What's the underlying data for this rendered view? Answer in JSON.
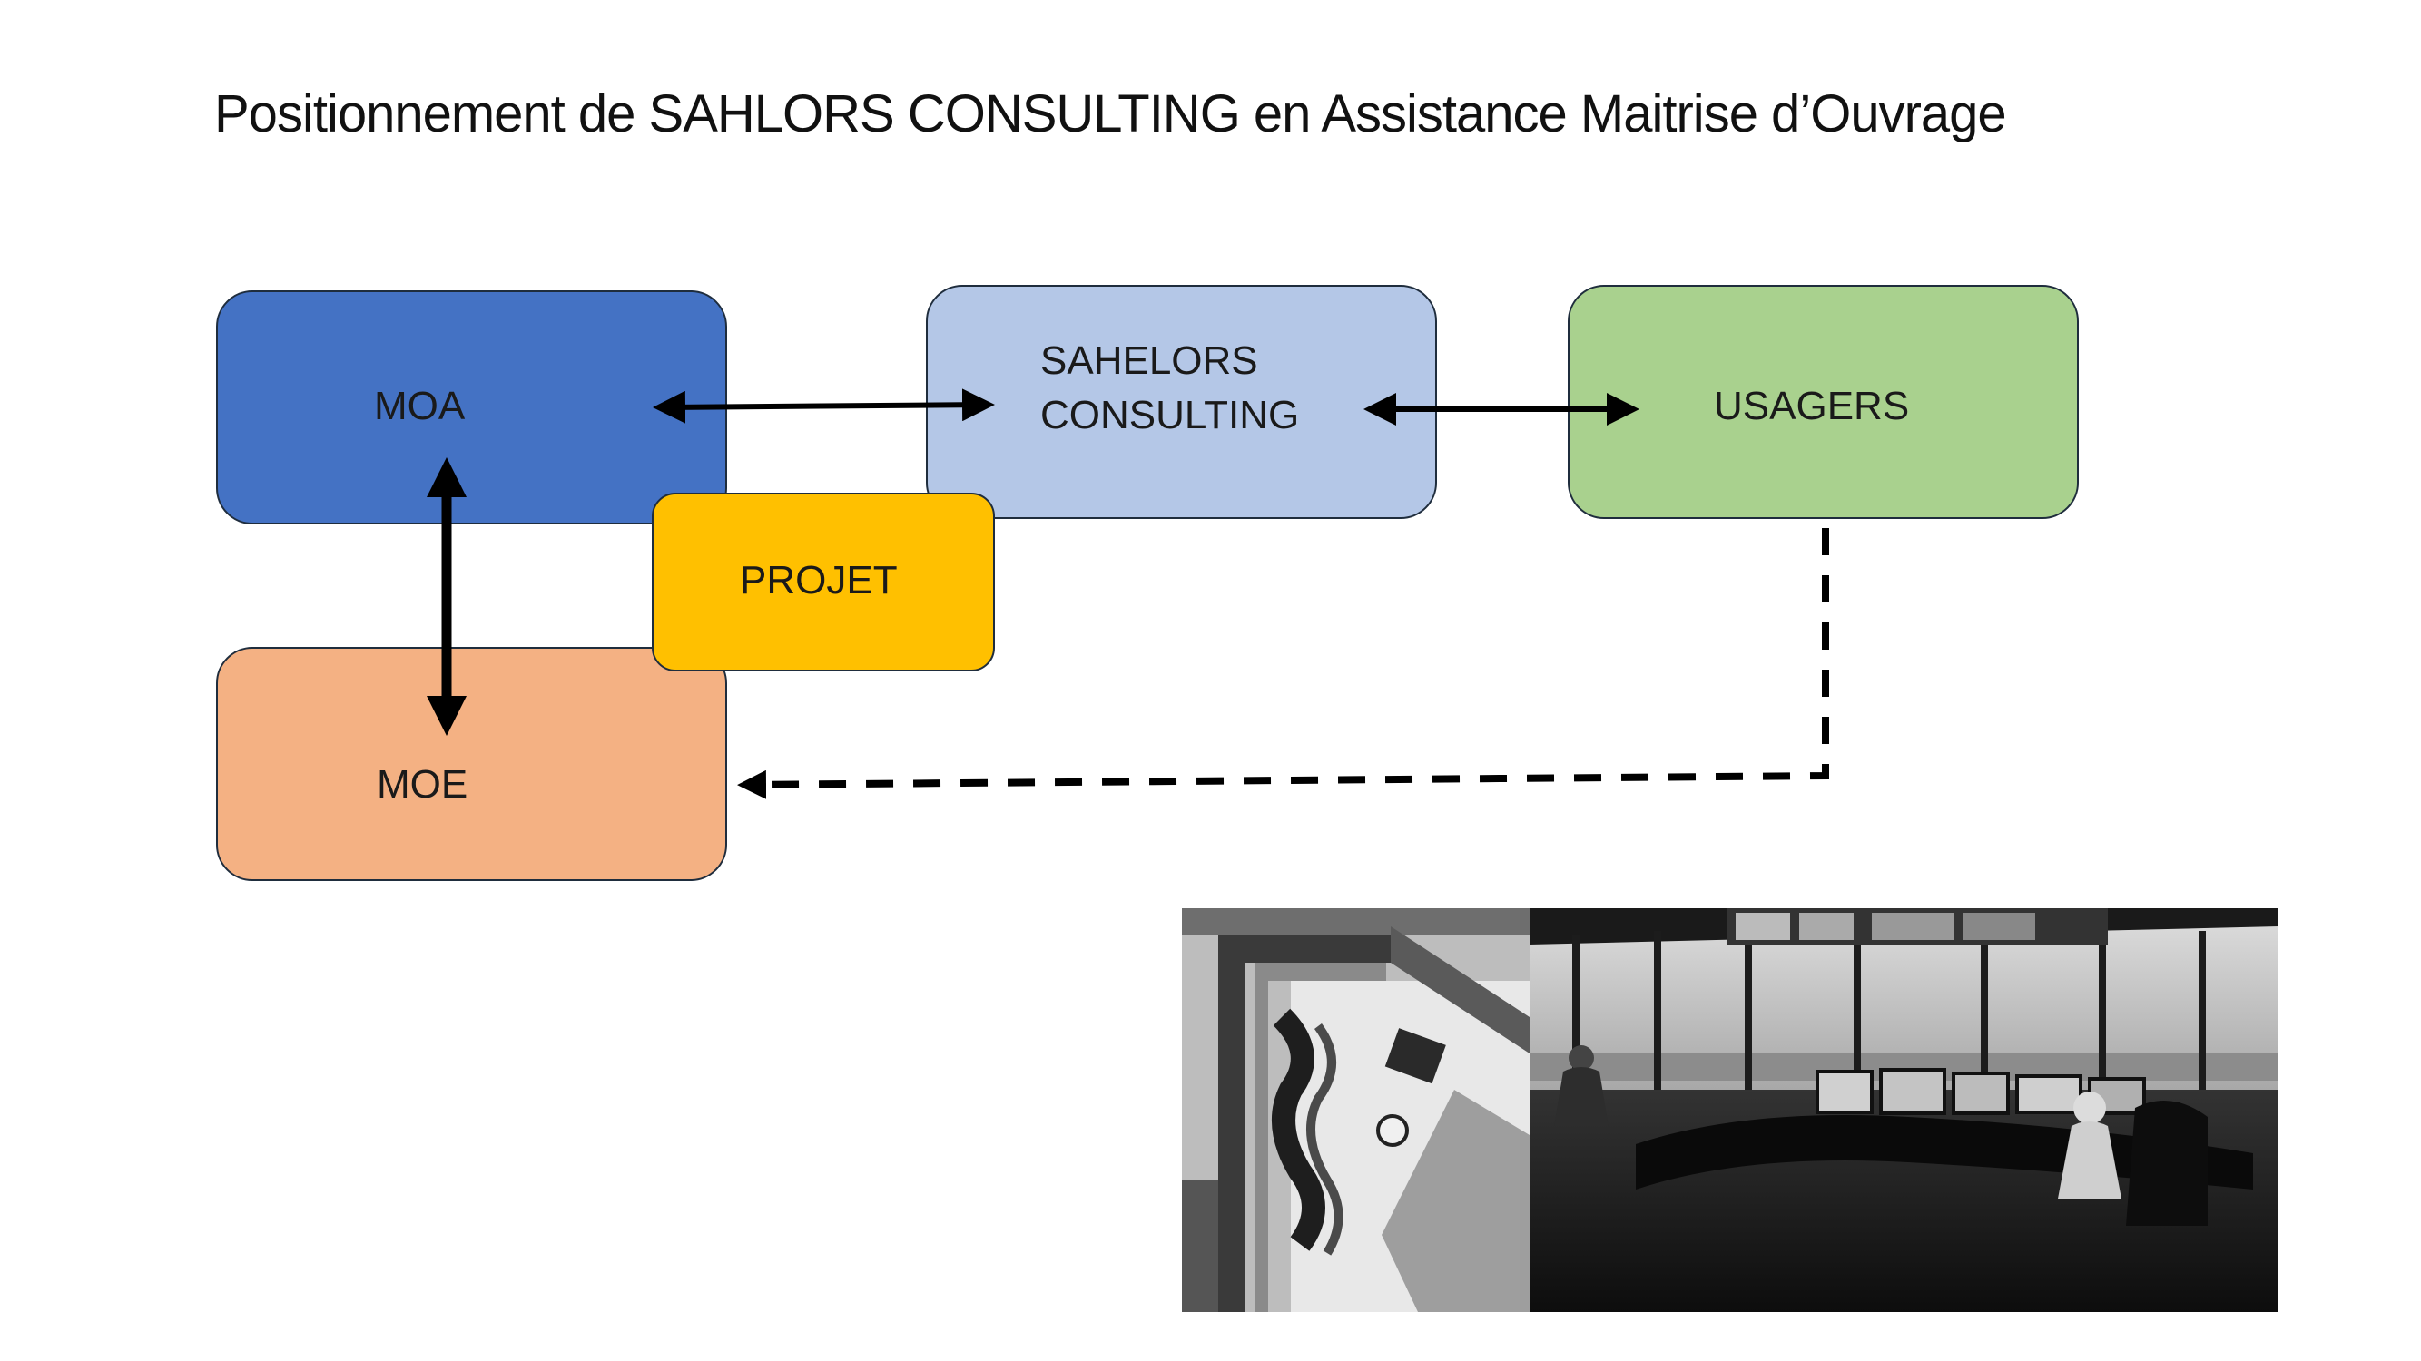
{
  "title": "Positionnement de SAHLORS CONSULTING en Assistance Maitrise d’Ouvrage",
  "nodes": {
    "moa": "MOA",
    "moe": "MOE",
    "sahelors_line1": "SAHELORS",
    "sahelors_line2": "CONSULTING",
    "usagers": "USAGERS",
    "projet": "PROJET"
  },
  "colors": {
    "moa": "#4472c4",
    "moe": "#f4b183",
    "sahelors": "#b4c7e7",
    "usagers": "#a9d18e",
    "projet": "#ffc000"
  },
  "edges": [
    {
      "from": "MOA",
      "to": "SAHELORS CONSULTING",
      "style": "solid",
      "direction": "both"
    },
    {
      "from": "SAHELORS CONSULTING",
      "to": "USAGERS",
      "style": "solid",
      "direction": "both"
    },
    {
      "from": "MOA",
      "to": "MOE",
      "style": "solid",
      "direction": "both"
    },
    {
      "from": "USAGERS",
      "to": "MOE",
      "style": "dashed",
      "direction": "forward"
    }
  ],
  "images": [
    {
      "name": "control-room-3d-render",
      "kind": "grayscale photo"
    },
    {
      "name": "control-room-photo",
      "kind": "grayscale photo"
    }
  ]
}
